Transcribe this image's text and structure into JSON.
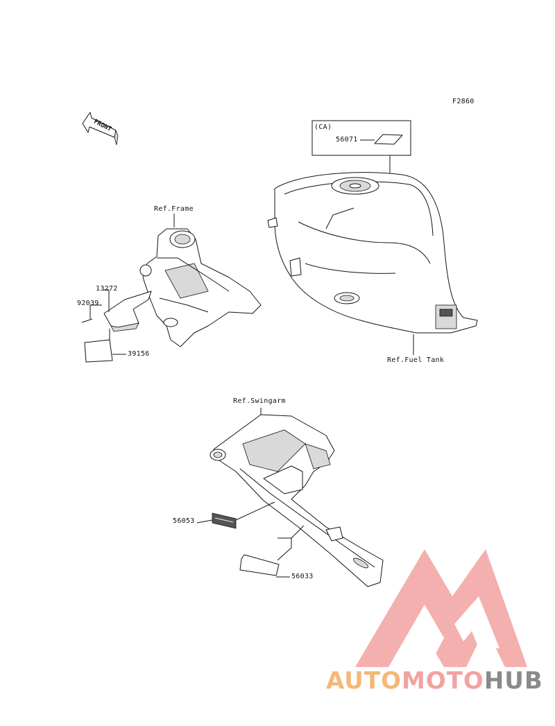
{
  "figure_id": "F2860",
  "front_label": "FRONT",
  "refs": {
    "frame": "Ref.Frame",
    "fuel_tank": "Ref.Fuel Tank",
    "swingarm": "Ref.Swingarm"
  },
  "ca_box_label": "(CA)",
  "parts": {
    "p56071": "56071",
    "p13272": "13272",
    "p92039": "92039",
    "p39156": "39156",
    "p56053": "56053",
    "p56033": "56033"
  },
  "watermark": {
    "auto": "AUTO",
    "moto": "MOTO",
    "hub": "HUB",
    "colors": {
      "auto": "#f4b877",
      "moto": "#f2a3a1",
      "hub": "#8a8a8a",
      "logo": "#f2a3a1"
    }
  }
}
